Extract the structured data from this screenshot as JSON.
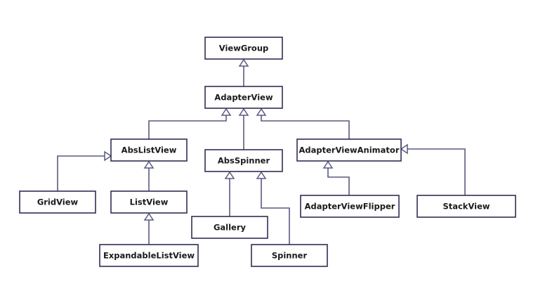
{
  "diagram": {
    "nodes": [
      {
        "id": "viewgroup",
        "label": "ViewGroup"
      },
      {
        "id": "adapterview",
        "label": "AdapterView"
      },
      {
        "id": "abslistview",
        "label": "AbsListView"
      },
      {
        "id": "absspinner",
        "label": "AbsSpinner"
      },
      {
        "id": "adapterviewanimator",
        "label": "AdapterViewAnimator"
      },
      {
        "id": "gridview",
        "label": "GridView"
      },
      {
        "id": "listview",
        "label": "ListView"
      },
      {
        "id": "gallery",
        "label": "Gallery"
      },
      {
        "id": "spinner",
        "label": "Spinner"
      },
      {
        "id": "adapterviewflipper",
        "label": "AdapterViewFlipper"
      },
      {
        "id": "stackview",
        "label": "StackView"
      },
      {
        "id": "expandablelistview",
        "label": "ExpandableListView"
      }
    ],
    "edges": [
      {
        "from": "adapterview",
        "to": "viewgroup"
      },
      {
        "from": "abslistview",
        "to": "adapterview"
      },
      {
        "from": "absspinner",
        "to": "adapterview"
      },
      {
        "from": "adapterviewanimator",
        "to": "adapterview"
      },
      {
        "from": "gridview",
        "to": "abslistview"
      },
      {
        "from": "listview",
        "to": "abslistview"
      },
      {
        "from": "expandablelistview",
        "to": "listview"
      },
      {
        "from": "gallery",
        "to": "absspinner"
      },
      {
        "from": "spinner",
        "to": "absspinner"
      },
      {
        "from": "adapterviewflipper",
        "to": "adapterviewanimator"
      },
      {
        "from": "stackview",
        "to": "adapterviewanimator"
      }
    ],
    "arrow_style": "hollow-triangle",
    "line_color": "#5a5a80",
    "box_border_color": "#2f2f55"
  }
}
